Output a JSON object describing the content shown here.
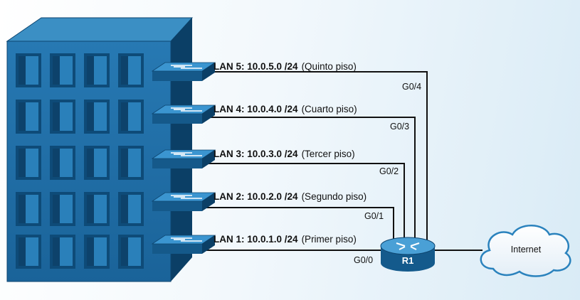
{
  "lans": [
    {
      "name": "LAN 5: 10.0.5.0 /24",
      "desc": "(Quinto piso)",
      "port": "G0/4"
    },
    {
      "name": "LAN 4: 10.0.4.0 /24",
      "desc": "(Cuarto piso)",
      "port": "G0/3"
    },
    {
      "name": "LAN 3: 10.0.3.0 /24",
      "desc": "(Tercer piso)",
      "port": "G0/2"
    },
    {
      "name": "LAN 2: 10.0.2.0 /24",
      "desc": "(Segundo piso)",
      "port": "G0/1"
    },
    {
      "name": "LAN 1: 10.0.1.0 /24",
      "desc": "(Primer piso)",
      "port": "G0/0"
    }
  ],
  "router": {
    "label": "R1"
  },
  "cloud": {
    "label": "Internet"
  },
  "colors": {
    "building_front": "#1f6fa5",
    "building_side": "#0b3f66",
    "building_top": "#3b8fc4",
    "switch": "#2a82bd",
    "router": "#1e73ad"
  }
}
